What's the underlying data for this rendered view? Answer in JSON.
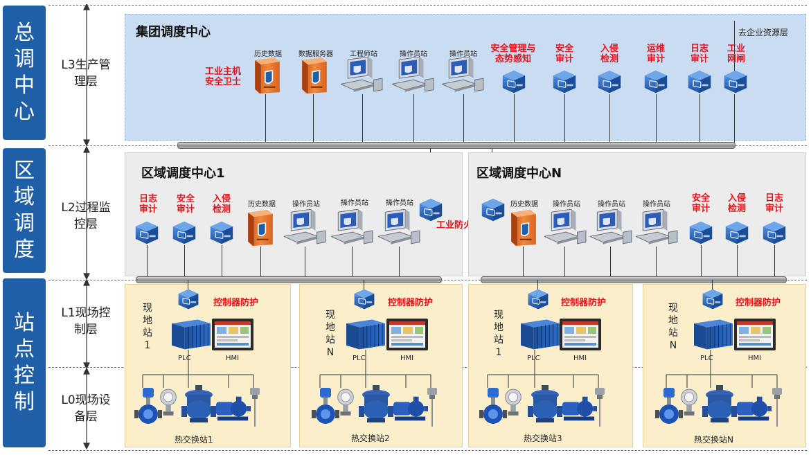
{
  "tiers": [
    {
      "chars": [
        "总",
        "调",
        "中",
        "心"
      ]
    },
    {
      "chars": [
        "区",
        "域",
        "调",
        "度"
      ]
    },
    {
      "chars": [
        "站",
        "点",
        "控",
        "制"
      ]
    }
  ],
  "levels": {
    "l3": [
      "L3生产管",
      "理层"
    ],
    "l2": [
      "L2过程监",
      "控层"
    ],
    "l1": [
      "L1现场控",
      "制层"
    ],
    "l0": [
      "L0现场设",
      "备层"
    ]
  },
  "group": {
    "title": "集团调度中心",
    "enterprise_note": "去企业资源层",
    "host_guard": [
      "工业主机",
      "安全卫士"
    ],
    "devices": [
      "历史数据",
      "数据服务器",
      "工程师站",
      "操作员站",
      "操作员站"
    ],
    "security": [
      [
        "安全管理与",
        "态势感知"
      ],
      [
        "安全",
        "审计"
      ],
      [
        "入侵",
        "检测"
      ],
      [
        "运维",
        "审计"
      ],
      [
        "日志",
        "审计"
      ],
      [
        "工业",
        "网闸"
      ]
    ]
  },
  "region1": {
    "title": "区域调度中心1",
    "security": [
      [
        "日志",
        "审计"
      ],
      [
        "安全",
        "审计"
      ],
      [
        "入侵",
        "检测"
      ]
    ],
    "devices": [
      "历史数据",
      "操作员站",
      "操作员站",
      "操作员站"
    ],
    "firewall": "工业防火墙"
  },
  "regionN": {
    "title": "区域调度中心N",
    "devices": [
      "历史数据",
      "操作员站",
      "操作员站",
      "操作员站"
    ],
    "security": [
      [
        "安全",
        "审计"
      ],
      [
        "入侵",
        "检测"
      ],
      [
        "日志",
        "审计"
      ]
    ]
  },
  "sites": [
    {
      "name": [
        "现",
        "地",
        "站",
        "1"
      ],
      "protect": "控制器防护",
      "plc": "PLC",
      "hmi": "HMI",
      "station": "热交换站1"
    },
    {
      "name": [
        "现",
        "地",
        "站",
        "N"
      ],
      "protect": "控制器防护",
      "plc": "PLC",
      "hmi": "HMI",
      "station": "热交换站2"
    },
    {
      "name": [
        "现",
        "地",
        "站",
        "1"
      ],
      "protect": "控制器防护",
      "plc": "PLC",
      "hmi": "HMI",
      "station": "热交换站3"
    },
    {
      "name": [
        "现",
        "地",
        "站",
        "N"
      ],
      "protect": "控制器防护",
      "plc": "PLC",
      "hmi": "HMI",
      "station": "热交换站N"
    }
  ]
}
